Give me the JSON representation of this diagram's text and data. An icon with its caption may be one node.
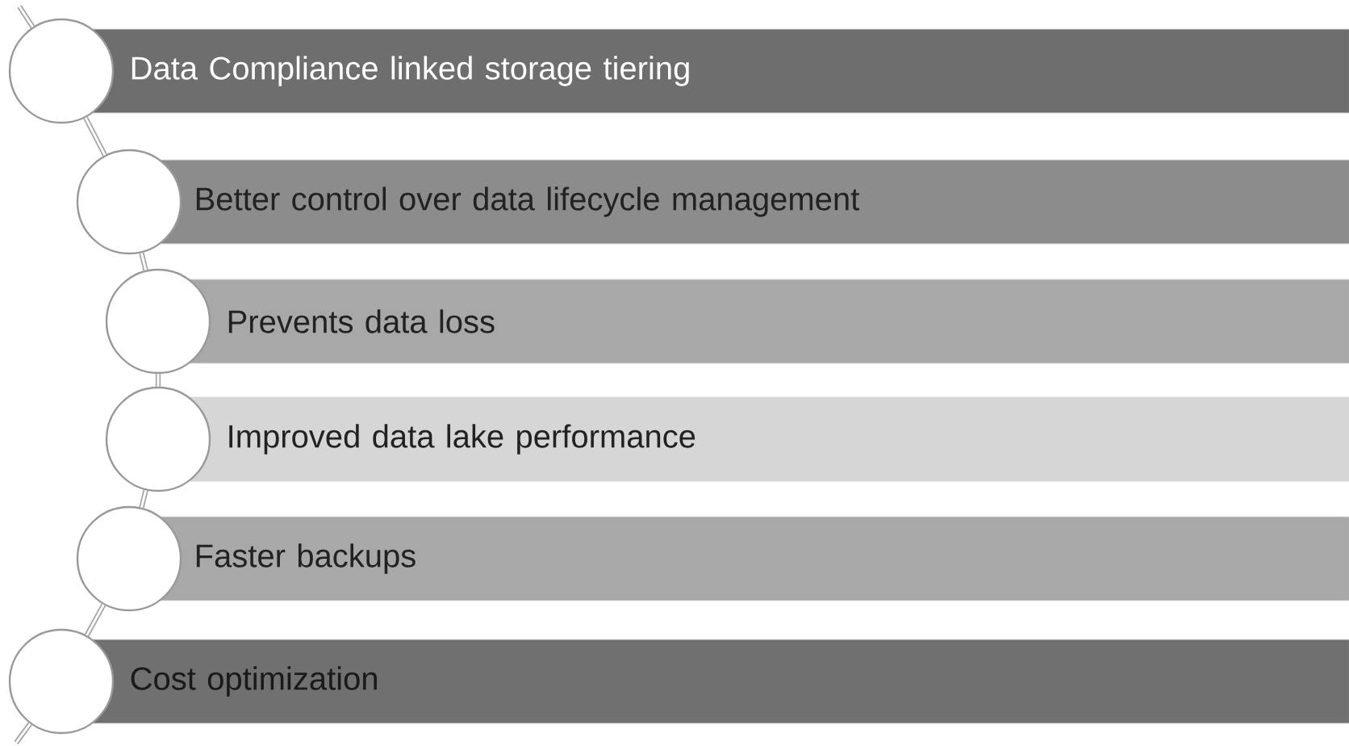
{
  "diagram": {
    "nodes": [
      {
        "text": [],
        "shape": "circle"
      },
      {
        "text": [
          "Data Compliance linked storage tiering"
        ]
      },
      {
        "text": [],
        "shape": "circle"
      },
      {
        "text": [
          "Better control over data lifecycle management"
        ]
      },
      {
        "text": [],
        "shape": "circle"
      },
      {
        "text": [
          "Prevents data loss"
        ]
      },
      {
        "text": [],
        "shape": "circle"
      },
      {
        "text": [
          "Improved data lake performance"
        ]
      },
      {
        "text": [],
        "shape": "circle"
      },
      {
        "text": [
          "Faster backups"
        ]
      },
      {
        "text": [],
        "shape": "circle"
      },
      {
        "text": [
          "Cost optimization"
        ]
      }
    ],
    "edges": [
      {
        "from": null,
        "to": 0,
        "arrow": "none"
      },
      {
        "from": 0,
        "to": 2,
        "arrow": "none"
      },
      {
        "from": 2,
        "to": 4,
        "arrow": "none"
      },
      {
        "from": 4,
        "to": 6,
        "arrow": "none"
      },
      {
        "from": 6,
        "to": 8,
        "arrow": "none"
      },
      {
        "from": 8,
        "to": 10,
        "arrow": "none"
      },
      {
        "from": 10,
        "to": null,
        "arrow": "none"
      }
    ]
  }
}
